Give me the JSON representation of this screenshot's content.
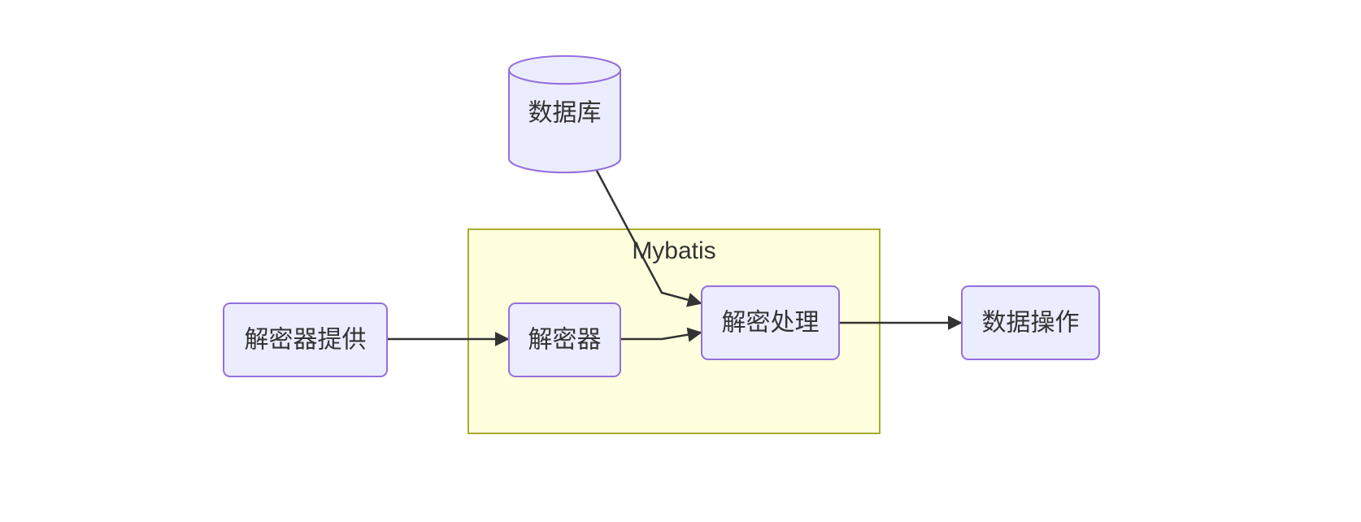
{
  "diagram": {
    "cluster": {
      "label": "Mybatis"
    },
    "nodes": {
      "provider": {
        "label": "解密器提供"
      },
      "decryptor": {
        "label": "解密器"
      },
      "processing": {
        "label": "解密处理"
      },
      "data_operation": {
        "label": "数据操作"
      },
      "database": {
        "label": "数据库"
      }
    },
    "edges": [
      {
        "from": "provider",
        "to": "decryptor"
      },
      {
        "from": "decryptor",
        "to": "processing"
      },
      {
        "from": "database",
        "to": "processing"
      },
      {
        "from": "processing",
        "to": "data_operation"
      }
    ]
  },
  "colors": {
    "node_fill": "#ECECFF",
    "node_stroke": "#9370DB",
    "cluster_fill": "#FFFFDE",
    "cluster_stroke": "#AAAA33",
    "edge": "#333333",
    "text": "#333333"
  }
}
